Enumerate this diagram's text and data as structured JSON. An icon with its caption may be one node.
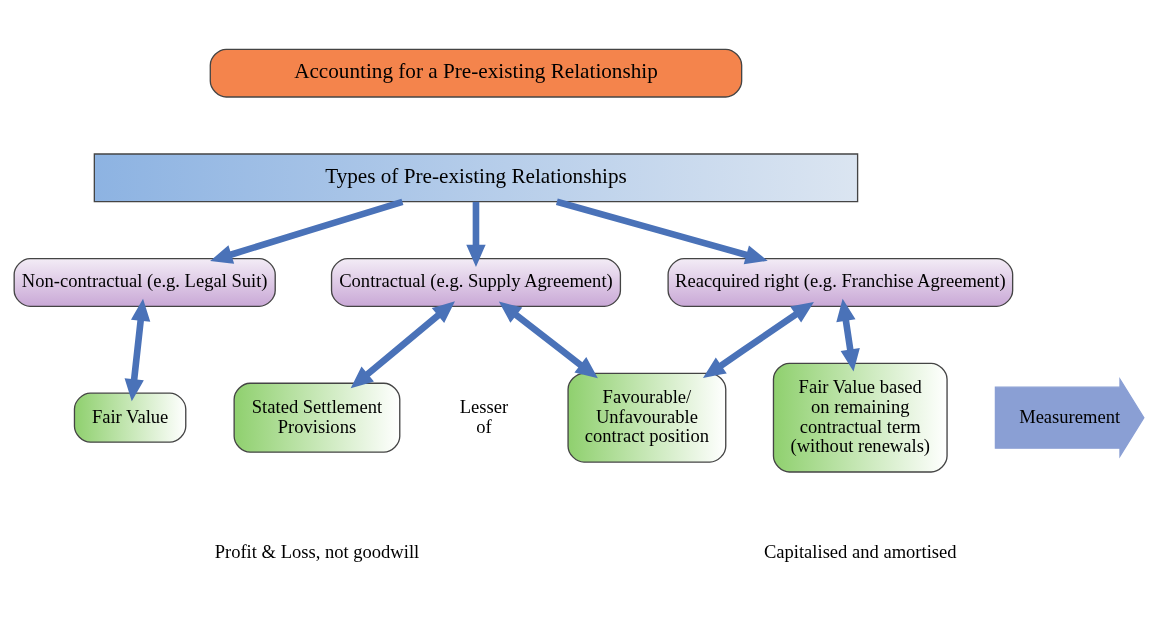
{
  "diagram": {
    "nodes": [
      {
        "text": [
          "Accounting for a Pre-existing Relationship"
        ]
      },
      {
        "text": [
          "Types of Pre-existing Relationships"
        ]
      },
      {
        "text": [
          "Non-contractual (e.g. Legal Suit)"
        ]
      },
      {
        "text": [
          "Contractual (e.g. Supply Agreement)"
        ]
      },
      {
        "text": [
          "Reacquired right (e.g. Franchise Agreement)"
        ]
      },
      {
        "text": [
          "Fair Value"
        ]
      },
      {
        "text": [
          "Measurement"
        ]
      },
      {
        "text": [
          "Stated Settlement Provisions"
        ]
      },
      {
        "text": [
          "Favourable/ Unfavourable contract position"
        ]
      },
      {
        "text": [
          "Fair Value based on remaining contractual term (without renewals)"
        ]
      }
    ],
    "edges": [
      {
        "from": 1,
        "to": 2,
        "arrow": "to"
      },
      {
        "from": 1,
        "to": 3,
        "arrow": "to"
      },
      {
        "from": 1,
        "to": 4,
        "arrow": "to"
      },
      {
        "from": 2,
        "to": 5,
        "arrow": "both"
      },
      {
        "from": 3,
        "to": 7,
        "arrow": "both"
      },
      {
        "from": 3,
        "to": 8,
        "arrow": "both"
      },
      {
        "from": 4,
        "to": 8,
        "arrow": "both"
      },
      {
        "from": 4,
        "to": 9,
        "arrow": "both"
      }
    ],
    "labels": [
      "Lesser of",
      "Profit & Loss, not goodwill",
      "Capitalised and amortised"
    ]
  }
}
